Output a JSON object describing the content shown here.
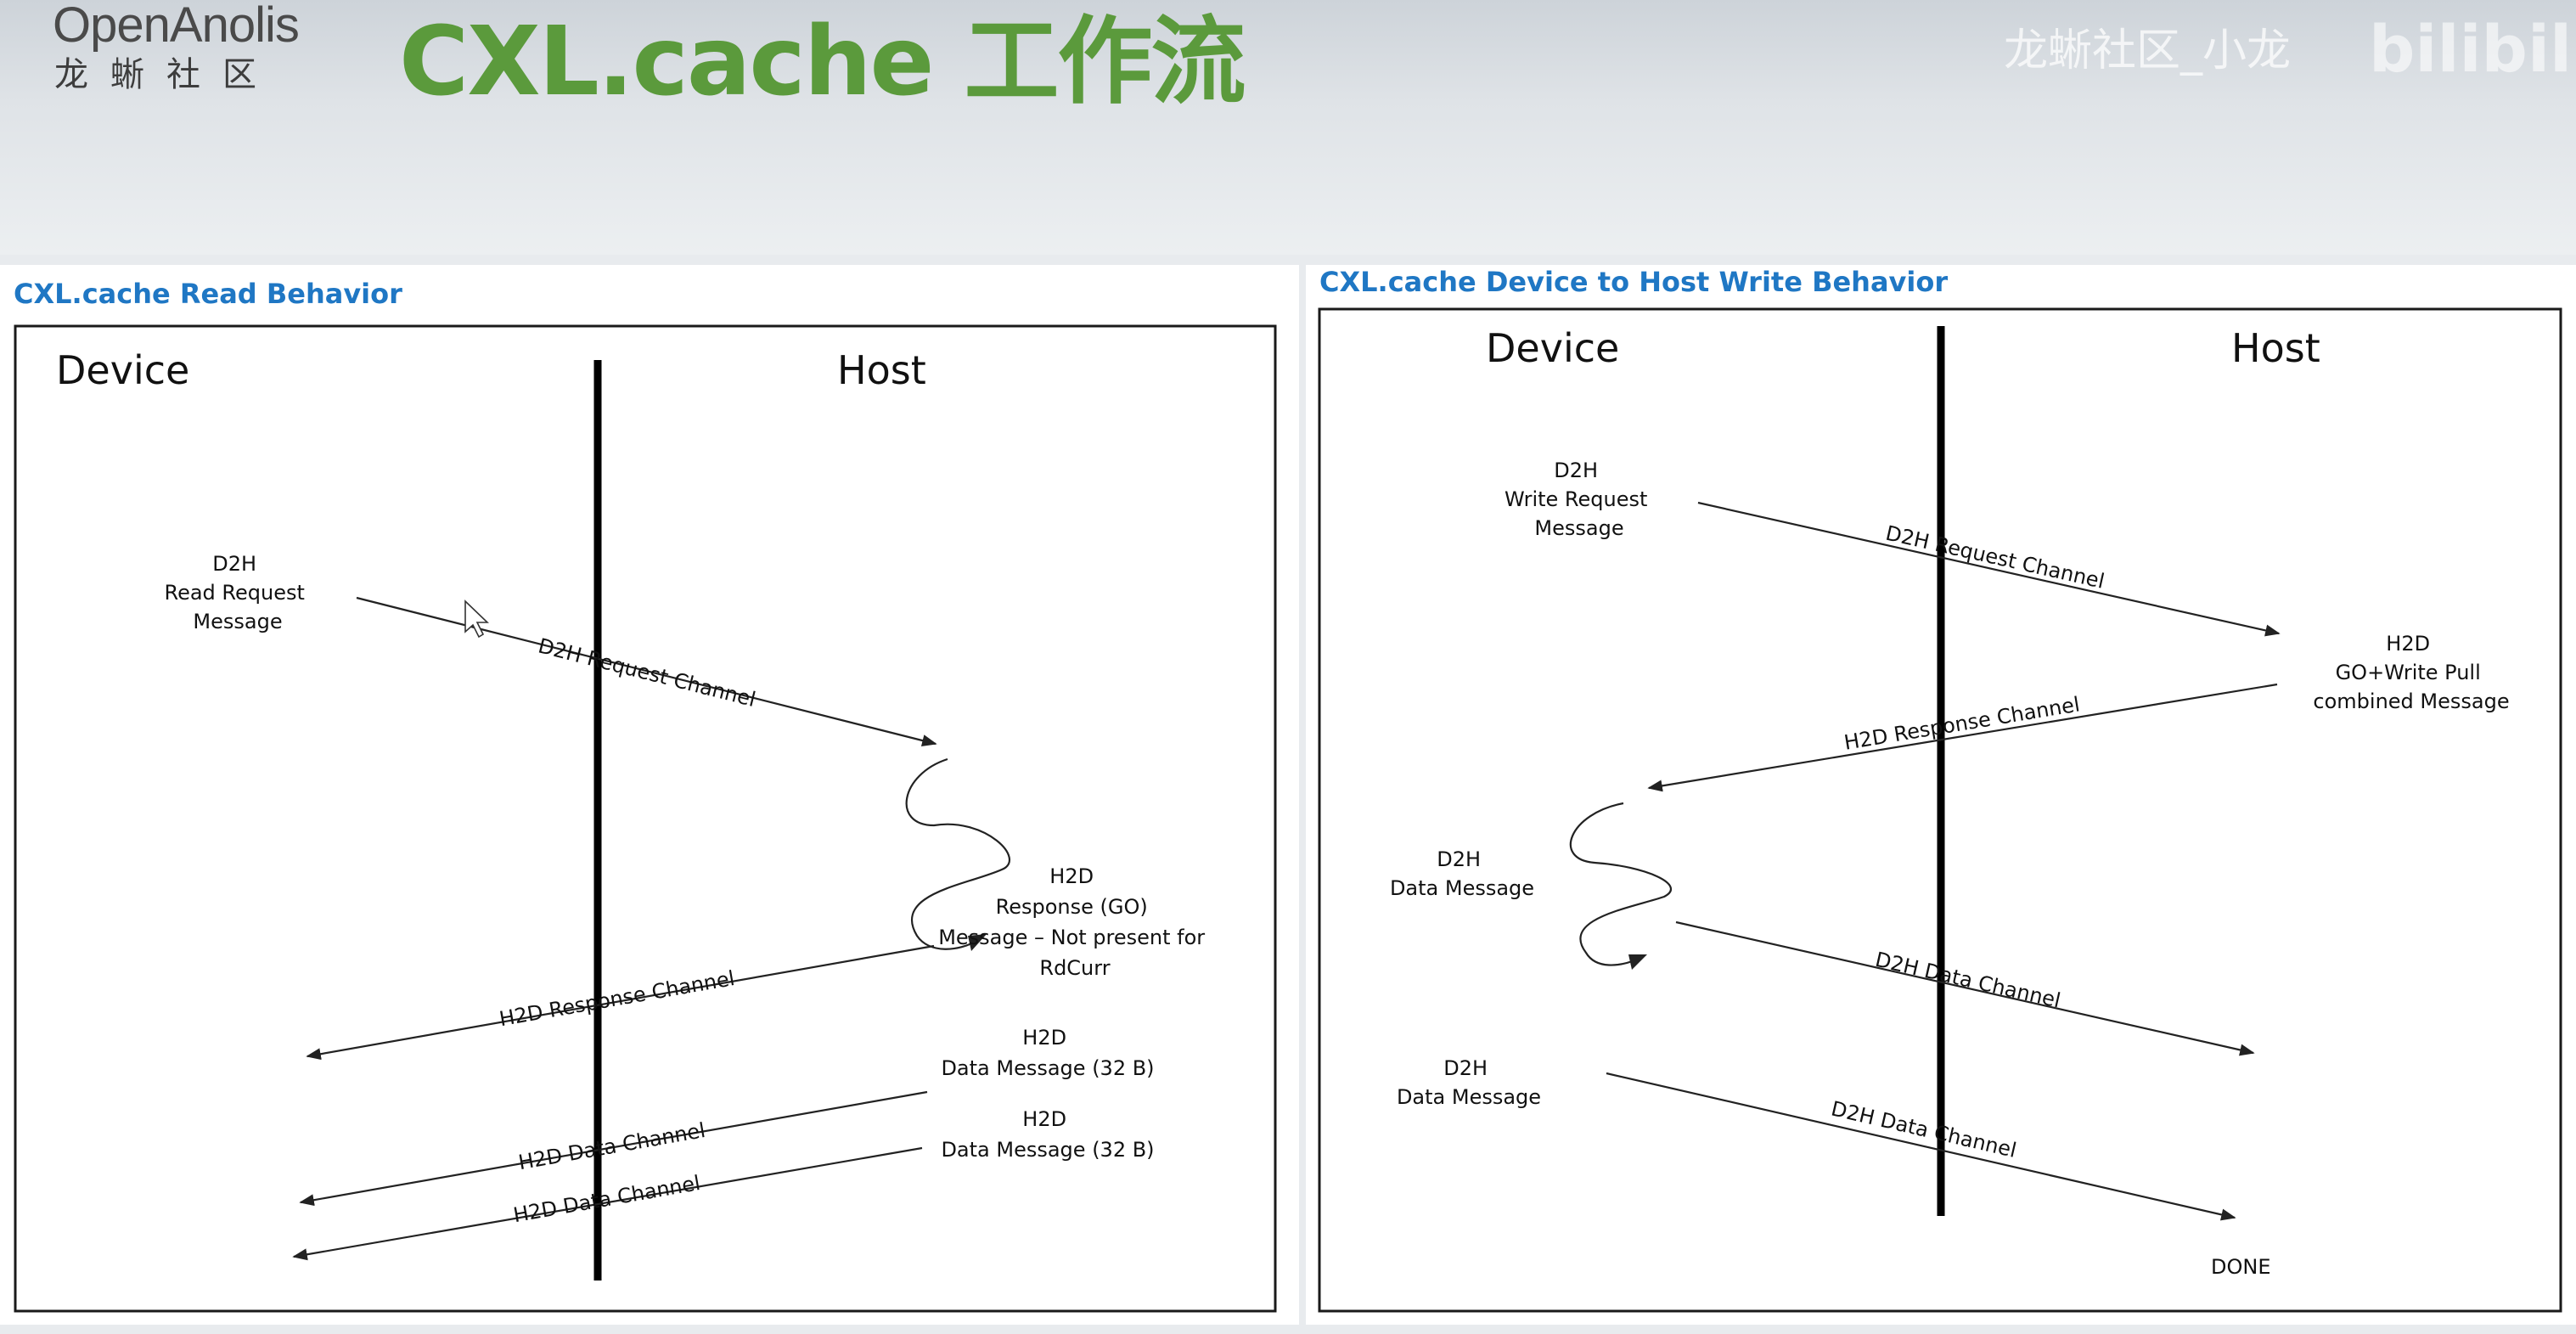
{
  "header": {
    "logo_top": "OpenAnolis",
    "logo_bottom": "龙蜥社区",
    "title": "CXL.cache 工作流",
    "watermark": "龙蜥社区_小龙",
    "watermark_logo": "bilibili",
    "title_color": "#5b9a3c"
  },
  "left_panel": {
    "title": "CXL.cache Read Behavior",
    "device_label": "Device",
    "host_label": "Host",
    "d2h_msg": [
      "D2H",
      "Read Request",
      "Message"
    ],
    "d2h_request_channel": "D2H Request Channel",
    "h2d_response_msg": [
      "H2D",
      "Response (GO)",
      "Message – Not present for",
      "RdCurr"
    ],
    "h2d_response_channel": "H2D Response Channel",
    "h2d_data_msg_1": [
      "H2D",
      "Data Message (32 B)"
    ],
    "h2d_data_channel_1": "H2D Data Channel",
    "h2d_data_msg_2": [
      "H2D",
      "Data Message (32 B)"
    ],
    "h2d_data_channel_2": "H2D Data Channel"
  },
  "right_panel": {
    "title": "CXL.cache Device to Host Write Behavior",
    "device_label": "Device",
    "host_label": "Host",
    "d2h_write_msg": [
      "D2H",
      "Write Request",
      "Message"
    ],
    "d2h_request_channel": "D2H Request Channel",
    "h2d_go_msg": [
      "H2D",
      "GO+Write Pull",
      "combined Message"
    ],
    "h2d_response_channel": "H2D Response Channel",
    "d2h_data_msg_1": [
      "D2H",
      "Data Message"
    ],
    "d2h_data_channel_1": "D2H Data Channel",
    "d2h_data_msg_2": [
      "D2H",
      "Data Message"
    ],
    "d2h_data_channel_2": "D2H Data Channel",
    "done": "DONE"
  },
  "colors": {
    "panel_title": "#1f77c4",
    "arrow": "#222222"
  }
}
